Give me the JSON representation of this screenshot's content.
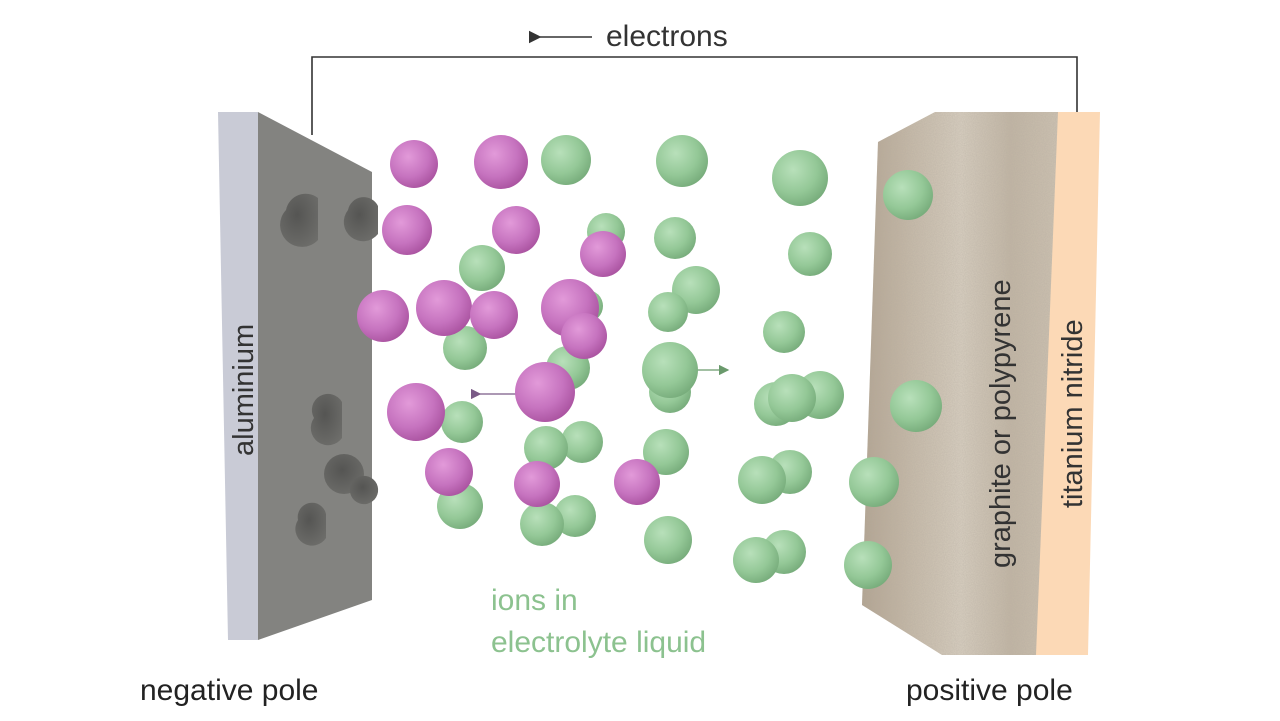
{
  "labels": {
    "electrons": "electrons",
    "aluminium": "aluminium",
    "graphite": "graphite or polypyrene",
    "titanium": "titanium nitride",
    "ions_line1": "ions in",
    "ions_line2": "electrolyte liquid",
    "negative_pole": "negative pole",
    "positive_pole": "positive pole"
  },
  "colors": {
    "pink_ion": "#c673bf",
    "green_ion": "#94c897",
    "ions_text": "#8cc28f",
    "aluminium_edge": "#c5c7d3",
    "aluminium_face": "#838380",
    "graphite": "#bfb3a3",
    "titanium_nitride": "#fcd9b6",
    "wire": "#333333"
  }
}
